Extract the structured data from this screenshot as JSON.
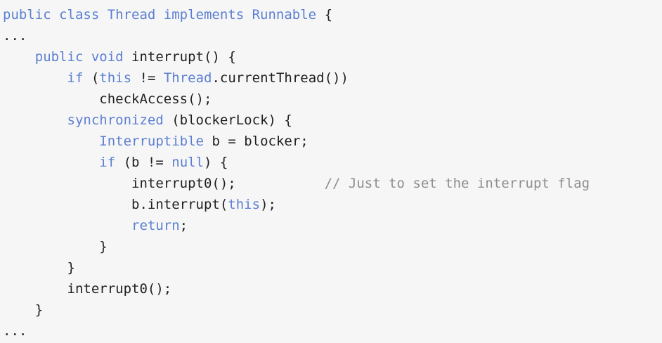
{
  "code": {
    "lines": [
      [
        {
          "t": "public class Thread implements Runnable",
          "c": "kw"
        },
        {
          "t": " {",
          "c": "tx"
        }
      ],
      [
        {
          "t": "...",
          "c": "tx"
        }
      ],
      [
        {
          "t": "    ",
          "c": "tx"
        },
        {
          "t": "public void",
          "c": "kw"
        },
        {
          "t": " interrupt() {",
          "c": "tx"
        }
      ],
      [
        {
          "t": "        ",
          "c": "tx"
        },
        {
          "t": "if",
          "c": "kw"
        },
        {
          "t": " (",
          "c": "tx"
        },
        {
          "t": "this",
          "c": "kw"
        },
        {
          "t": " != ",
          "c": "tx"
        },
        {
          "t": "Thread",
          "c": "kw"
        },
        {
          "t": ".currentThread())",
          "c": "tx"
        }
      ],
      [
        {
          "t": "            checkAccess();",
          "c": "tx"
        }
      ],
      [
        {
          "t": "        ",
          "c": "tx"
        },
        {
          "t": "synchronized",
          "c": "kw"
        },
        {
          "t": " (blockerLock) {",
          "c": "tx"
        }
      ],
      [
        {
          "t": "            ",
          "c": "tx"
        },
        {
          "t": "Interruptible",
          "c": "kw"
        },
        {
          "t": " b = blocker;",
          "c": "tx"
        }
      ],
      [
        {
          "t": "            ",
          "c": "tx"
        },
        {
          "t": "if",
          "c": "kw"
        },
        {
          "t": " (b != ",
          "c": "tx"
        },
        {
          "t": "null",
          "c": "kw"
        },
        {
          "t": ") {",
          "c": "tx"
        }
      ],
      [
        {
          "t": "                interrupt0();",
          "c": "tx"
        },
        {
          "t": "           // Just to set the interrupt flag",
          "c": "cm"
        }
      ],
      [
        {
          "t": "                b.interrupt(",
          "c": "tx"
        },
        {
          "t": "this",
          "c": "kw"
        },
        {
          "t": ");",
          "c": "tx"
        }
      ],
      [
        {
          "t": "                ",
          "c": "tx"
        },
        {
          "t": "return",
          "c": "kw"
        },
        {
          "t": ";",
          "c": "tx"
        }
      ],
      [
        {
          "t": "            }",
          "c": "tx"
        }
      ],
      [
        {
          "t": "        }",
          "c": "tx"
        }
      ],
      [
        {
          "t": "        interrupt0();",
          "c": "tx"
        }
      ],
      [
        {
          "t": "    }",
          "c": "tx"
        }
      ],
      [
        {
          "t": "...",
          "c": "tx"
        }
      ]
    ]
  },
  "colors": {
    "background": "#f6f6f6",
    "keyword": "#5b7fd1",
    "text": "#1f1f1f",
    "comment": "#8d8d8d"
  }
}
